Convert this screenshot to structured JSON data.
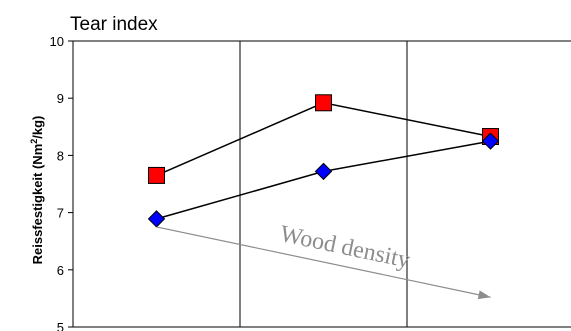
{
  "chart_data": {
    "type": "line",
    "title": "Tear index",
    "ylabel_main": "Reissfestigkeit (Nm",
    "ylabel_sup": "2",
    "ylabel_end": "/kg)",
    "xlabel": "",
    "ylim": [
      5,
      10
    ],
    "yticks": [
      "5",
      "6",
      "7",
      "8",
      "9",
      "10"
    ],
    "x": [
      1,
      2,
      3
    ],
    "xlim": [
      0.5,
      3.5
    ],
    "grid": "vertical",
    "legend": "none",
    "series": [
      {
        "marker": "square",
        "color": "#ff0000",
        "values": [
          7.65,
          8.92,
          8.33
        ]
      },
      {
        "marker": "diamond",
        "color": "#0000ff",
        "values": [
          6.89,
          7.72,
          8.25
        ]
      }
    ],
    "annotation": {
      "text": "Wood density",
      "color": "#8c8c8c",
      "arrow_from": [
        1.0,
        6.75
      ],
      "arrow_to": [
        3.0,
        5.52
      ]
    }
  }
}
